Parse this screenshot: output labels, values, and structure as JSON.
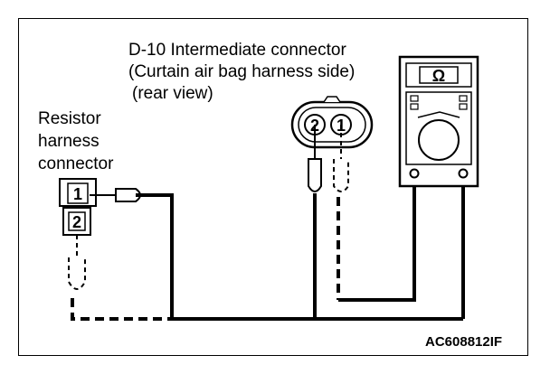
{
  "labels": {
    "connector_title": "D-10 Intermediate connector",
    "connector_side": "(Curtain air bag harness side)",
    "connector_view": "(rear view)",
    "resistor_line1": "Resistor",
    "resistor_line2": "harness",
    "resistor_line3": "connector",
    "meter_symbol": "Ω",
    "figure_code": "AC608812IF"
  },
  "pins": {
    "resistor_pin_1": "1",
    "resistor_pin_2": "2",
    "connector_pin_2": "2",
    "connector_pin_1": "1"
  },
  "colors": {
    "line": "#000000",
    "background": "#ffffff"
  }
}
